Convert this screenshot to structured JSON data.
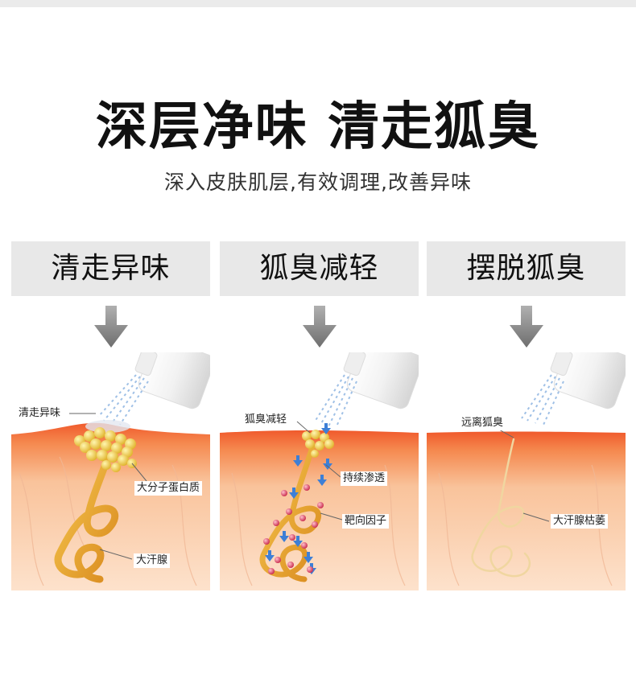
{
  "header": {
    "title": "深层净味 清走狐臭",
    "subtitle": "深入皮肤肌层,有效调理,改善异味"
  },
  "panels": [
    {
      "label": "清走异味",
      "callouts": [
        "清走异味",
        "大分子蛋白质",
        "大汗腺"
      ]
    },
    {
      "label": "狐臭减轻",
      "callouts": [
        "狐臭减轻",
        "持续渗透",
        "靶向因子"
      ]
    },
    {
      "label": "摆脱狐臭",
      "callouts": [
        "远离狐臭",
        "大汗腺枯萎"
      ]
    }
  ],
  "colors": {
    "skin_top": "#f2733f",
    "skin_body": "#fbd6b8",
    "gland": "#e9a730",
    "particle": "#f1cf4a",
    "drop_blue": "#3d7fd6",
    "drop_red": "#d63a55",
    "label_bg": "#e8e8e8"
  }
}
